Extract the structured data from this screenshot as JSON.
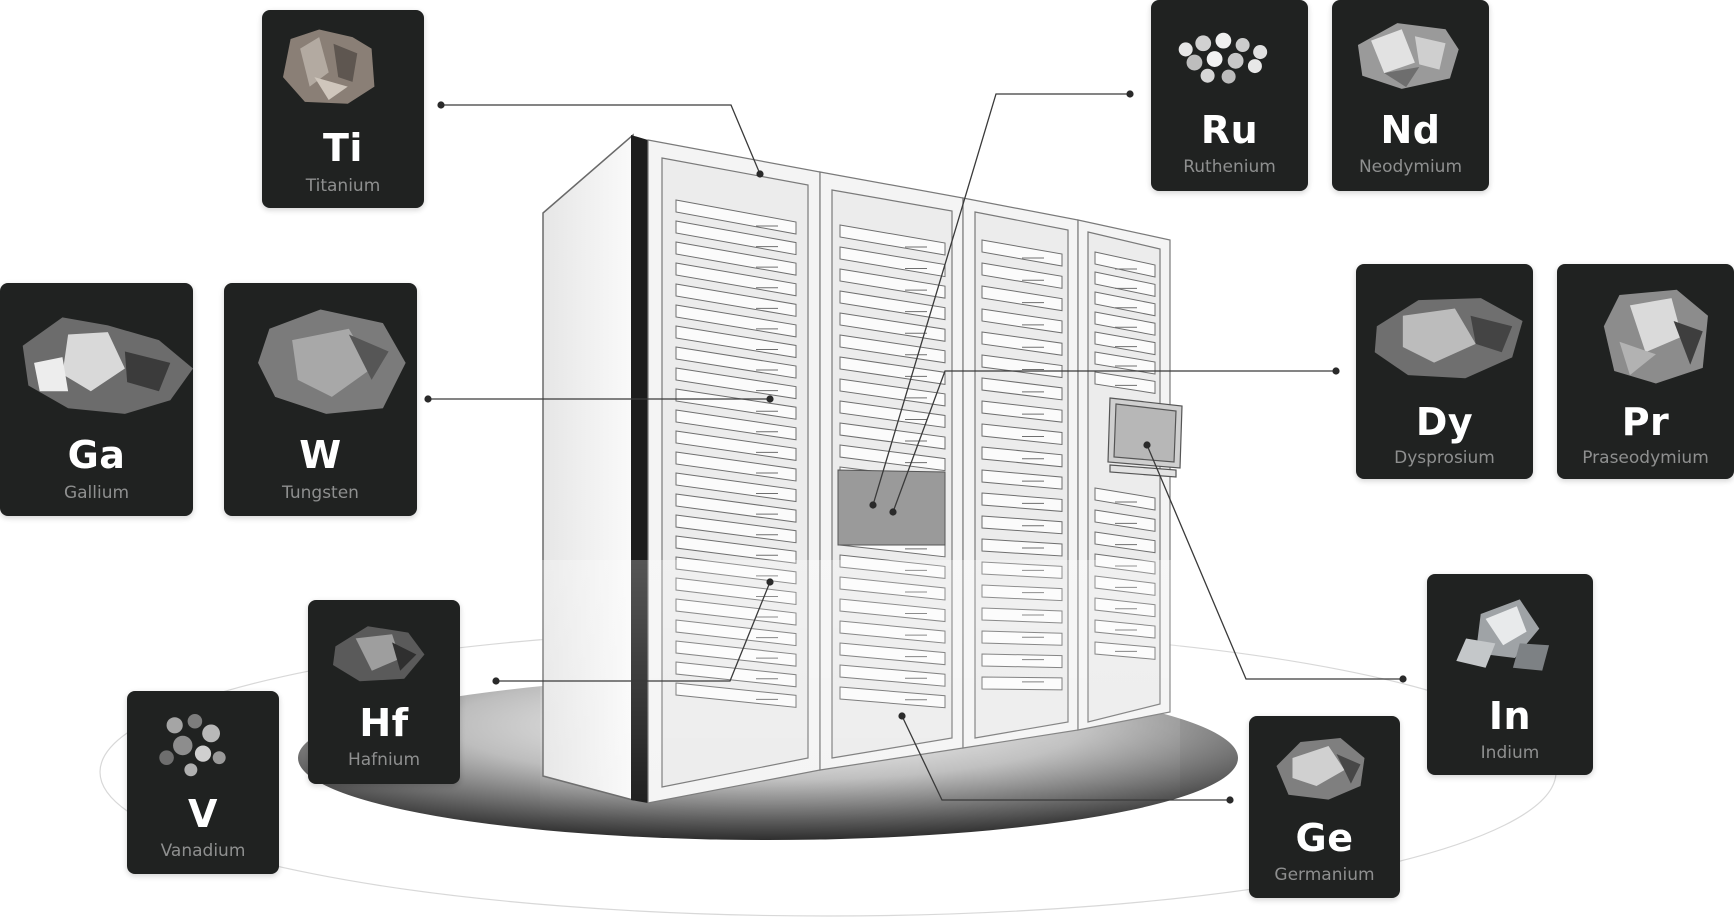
{
  "diagram": {
    "elements": [
      {
        "key": "ti",
        "symbol": "Ti",
        "name": "Titanium"
      },
      {
        "key": "ga",
        "symbol": "Ga",
        "name": "Gallium"
      },
      {
        "key": "w",
        "symbol": "W",
        "name": "Tungsten"
      },
      {
        "key": "hf",
        "symbol": "Hf",
        "name": "Hafnium"
      },
      {
        "key": "v",
        "symbol": "V",
        "name": "Vanadium"
      },
      {
        "key": "ru",
        "symbol": "Ru",
        "name": "Ruthenium"
      },
      {
        "key": "nd",
        "symbol": "Nd",
        "name": "Neodymium"
      },
      {
        "key": "dy",
        "symbol": "Dy",
        "name": "Dysprosium"
      },
      {
        "key": "pr",
        "symbol": "Pr",
        "name": "Praseodymium"
      },
      {
        "key": "in",
        "symbol": "In",
        "name": "Indium"
      },
      {
        "key": "ge",
        "symbol": "Ge",
        "name": "Germanium"
      }
    ],
    "colors": {
      "card": "#202221",
      "symbol": "#ffffff",
      "name": "#8e8f8f",
      "connector": "#3a3a3a"
    },
    "illustration": "server-rack"
  }
}
